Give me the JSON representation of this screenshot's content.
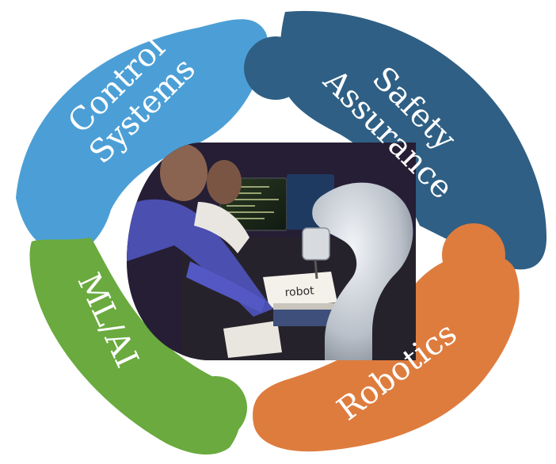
{
  "segments": [
    {
      "key": "control",
      "lines": [
        "Control",
        "Systems"
      ],
      "color": "#4C9FD6"
    },
    {
      "key": "safety",
      "lines": [
        "Safety",
        "Assurance"
      ],
      "color": "#2F5F84"
    },
    {
      "key": "robotics",
      "lines": [
        "Robotics"
      ],
      "color": "#DE7C3E"
    },
    {
      "key": "mlai",
      "lines": [
        "ML/AI"
      ],
      "color": "#6AAA3E"
    }
  ],
  "center_photo": {
    "handwritten_note": "robot"
  }
}
